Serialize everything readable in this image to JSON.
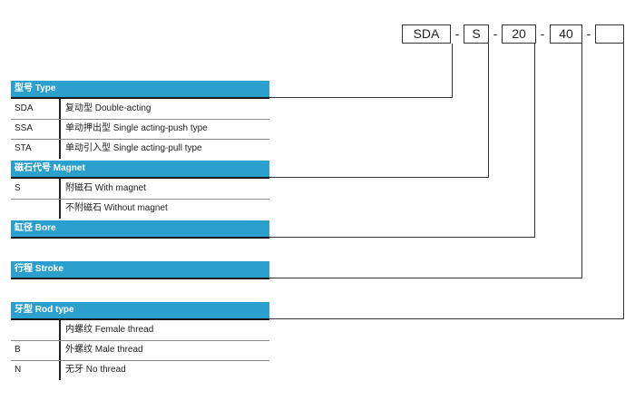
{
  "model_code": {
    "parts": [
      "SDA",
      "S",
      "20",
      "40",
      ""
    ],
    "separator": "-"
  },
  "sections": {
    "type": {
      "title": "型号 Type",
      "rows": [
        {
          "code": "SDA",
          "desc": "复动型 Double-acting"
        },
        {
          "code": "SSA",
          "desc": "单动押出型 Single acting-push type"
        },
        {
          "code": "STA",
          "desc": "单动引入型 Single acting-pull type"
        }
      ]
    },
    "magnet": {
      "title": "磁石代号 Magnet",
      "rows": [
        {
          "code": "S",
          "desc": "附磁石 With magnet"
        },
        {
          "code": "",
          "desc": "不附磁石 Without magnet"
        }
      ]
    },
    "bore": {
      "title": "缸径 Bore"
    },
    "stroke": {
      "title": "行程 Stroke"
    },
    "rod": {
      "title": "牙型 Rod type",
      "rows": [
        {
          "code": "",
          "desc": "内螺纹 Female thread"
        },
        {
          "code": "B",
          "desc": "外螺纹 Male thread"
        },
        {
          "code": "N",
          "desc": "无牙 No thread"
        }
      ]
    }
  },
  "colors": {
    "header_bg": "#2b9fce",
    "header_text": "#ffffff"
  }
}
